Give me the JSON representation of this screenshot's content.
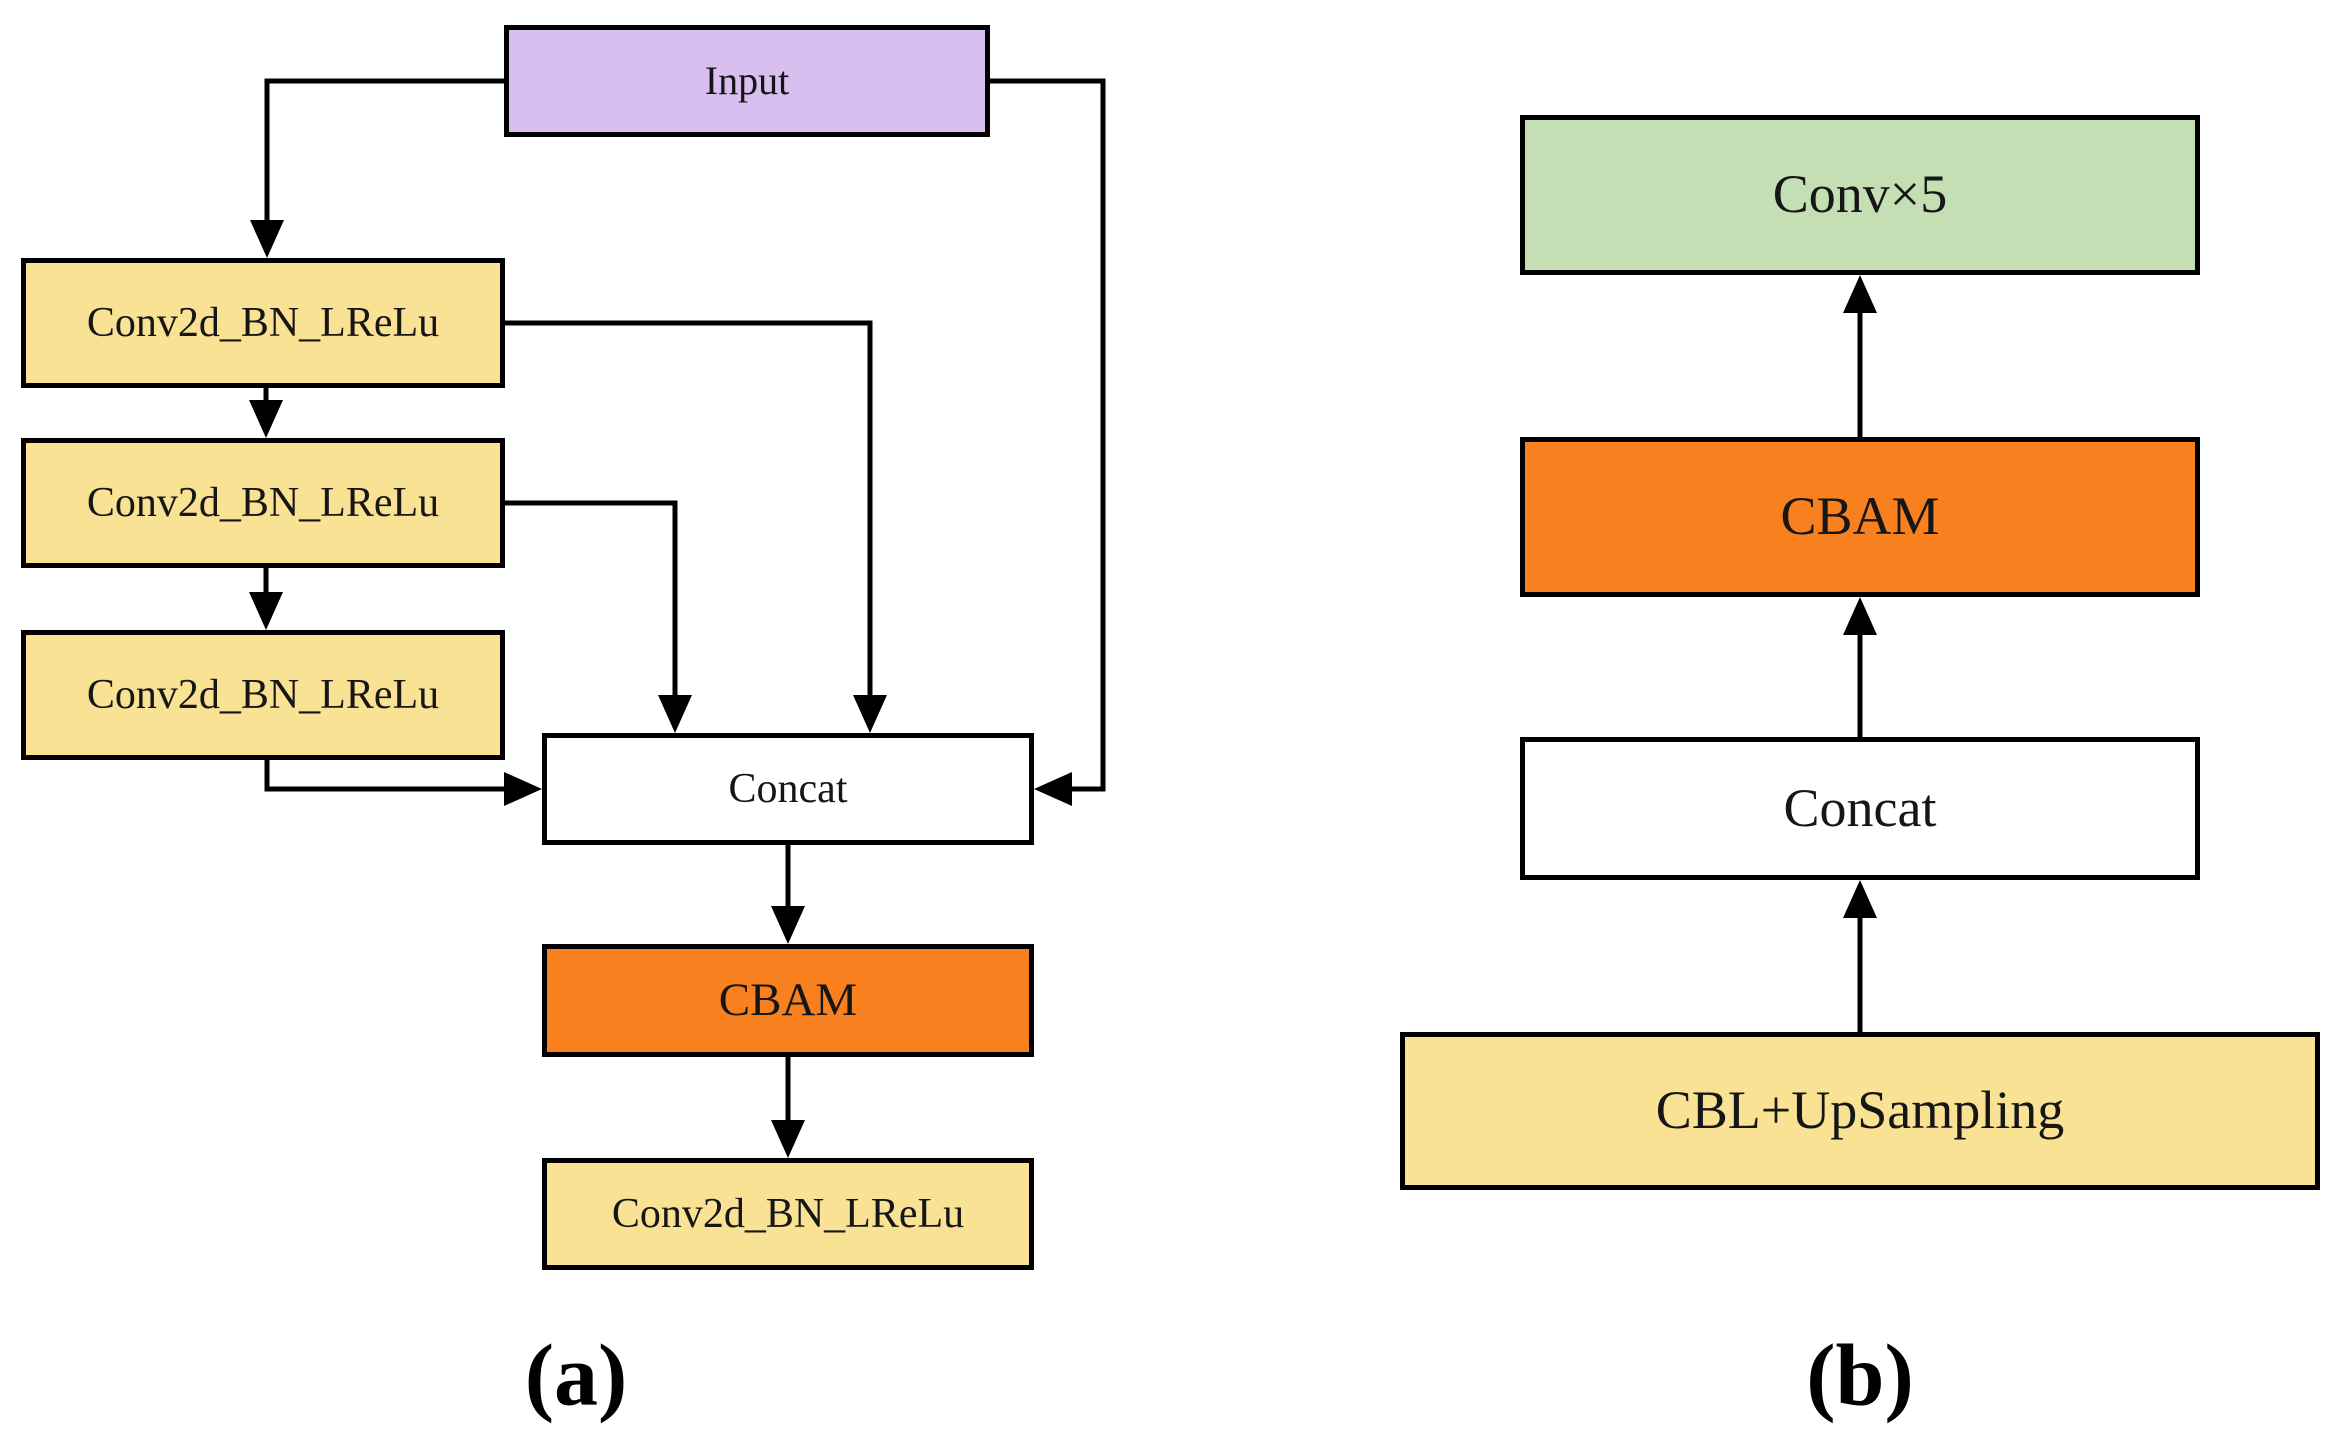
{
  "panel_a": {
    "caption": "(a)",
    "input_label": "Input",
    "conv1_label": "Conv2d_BN_LReLu",
    "conv2_label": "Conv2d_BN_LReLu",
    "conv3_label": "Conv2d_BN_LReLu",
    "concat_label": "Concat",
    "cbam_label": "CBAM",
    "conv_out_label": "Conv2d_BN_LReLu"
  },
  "panel_b": {
    "caption": "(b)",
    "conv5_label": "Conv×5",
    "cbam_label": "CBAM",
    "concat_label": "Concat",
    "cbl_label": "CBL+UpSampling"
  },
  "colors": {
    "input_fill": "#d9bef0",
    "conv_block_fill": "#fae294",
    "concat_fill": "#ffffff",
    "cbam_fill": "#f8801f",
    "conv5_fill": "#c5dfb4",
    "border": "#000000",
    "arrow": "#000000",
    "background": "#ffffff"
  }
}
